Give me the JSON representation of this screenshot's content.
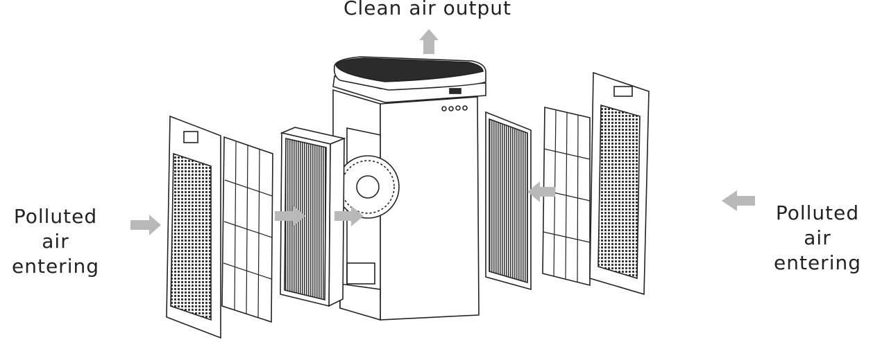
{
  "diagram": {
    "title": "Clean air output",
    "left_label": [
      "Polluted",
      "air",
      "entering"
    ],
    "right_label": [
      "Polluted",
      "air",
      "entering"
    ]
  },
  "colors": {
    "arrow": "#b9b9b9",
    "line": "#222222",
    "dark_panel": "#2b2b2b"
  },
  "icons": [
    "up-arrow-icon",
    "right-arrow-icon",
    "left-arrow-icon"
  ]
}
